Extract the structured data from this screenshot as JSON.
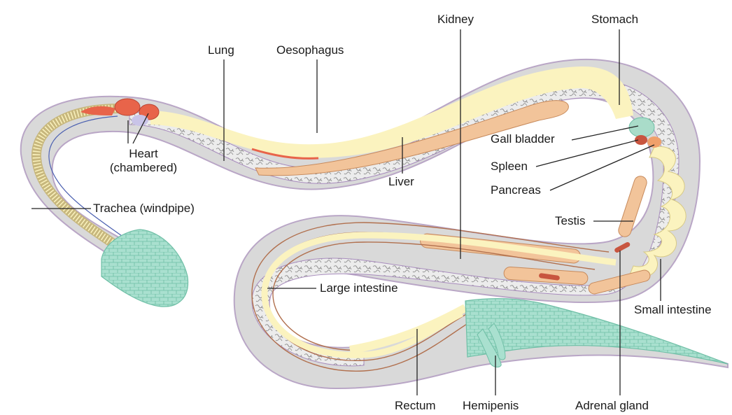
{
  "labels": {
    "lung": "Lung",
    "oesophagus": "Oesophagus",
    "kidney": "Kidney",
    "stomach": "Stomach",
    "heart_line1": "Heart",
    "heart_line2": "(chambered)",
    "trachea": "Trachea (windpipe)",
    "liver": "Liver",
    "gall_bladder": "Gall bladder",
    "spleen": "Spleen",
    "pancreas": "Pancreas",
    "testis": "Testis",
    "large_intestine": "Large intestine",
    "small_intestine": "Small intestine",
    "rectum": "Rectum",
    "hemipenis": "Hemipenis",
    "adrenal_gland": "Adrenal gland"
  },
  "colors": {
    "body_wall": "#d9d9d9",
    "body_outline": "#b9a6c6",
    "cavity_speckle": "#9a9a9a",
    "yellow_tract": "#fbf3bf",
    "kidney_orange": "#f2c49a",
    "heart_red": "#e8644a",
    "head_scales": "#a9e0cf",
    "gall_bladder": "#a9dcc9",
    "spleen": "#c8553f",
    "pancreas": "#f0a06a",
    "leader_line": "#222222"
  }
}
